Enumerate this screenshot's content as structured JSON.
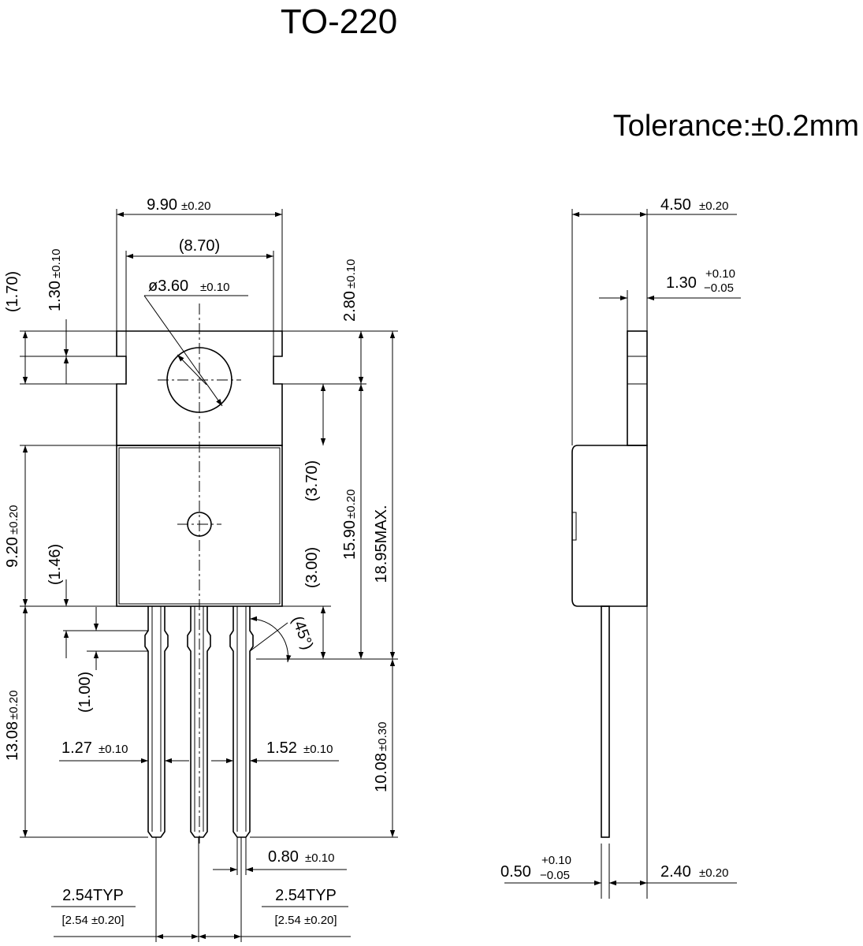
{
  "title": "TO-220",
  "tolerance": "Tolerance:±0.2mm",
  "dims": {
    "d990": {
      "v": "9.90",
      "t": "±0.20"
    },
    "d870": {
      "v": "(8.70)",
      "t": ""
    },
    "d360": {
      "v": "ø3.60",
      "t": "±0.10"
    },
    "d170": {
      "v": "(1.70)",
      "t": ""
    },
    "d130": {
      "v": "1.30",
      "t": "±0.10"
    },
    "d280": {
      "v": "2.80",
      "t": "±0.10"
    },
    "d370": {
      "v": "(3.70)",
      "t": ""
    },
    "d1590": {
      "v": "15.90",
      "t": "±0.20"
    },
    "d1895": {
      "v": "18.95MAX.",
      "t": ""
    },
    "d920": {
      "v": "9.20",
      "t": "±0.20"
    },
    "d146": {
      "v": "(1.46)",
      "t": ""
    },
    "d300": {
      "v": "(3.00)",
      "t": ""
    },
    "d45": {
      "v": "(45°)",
      "t": ""
    },
    "d100": {
      "v": "(1.00)",
      "t": ""
    },
    "d1308": {
      "v": "13.08",
      "t": "±0.20"
    },
    "d1008": {
      "v": "10.08",
      "t": "±0.30"
    },
    "d127": {
      "v": "1.27",
      "t": "±0.10"
    },
    "d152": {
      "v": "1.52",
      "t": "±0.10"
    },
    "d080": {
      "v": "0.80",
      "t": "±0.10"
    },
    "d254a": {
      "v": "2.54TYP",
      "t": "[2.54 ±0.20]"
    },
    "d254b": {
      "v": "2.54TYP",
      "t": "[2.54 ±0.20]"
    },
    "d450": {
      "v": "4.50",
      "t": "±0.20"
    },
    "d130s": {
      "v": "1.30",
      "tp": "+0.10",
      "tm": "−0.05"
    },
    "d050": {
      "v": "0.50",
      "tp": "+0.10",
      "tm": "−0.05"
    },
    "d240": {
      "v": "2.40",
      "t": "±0.20"
    }
  }
}
